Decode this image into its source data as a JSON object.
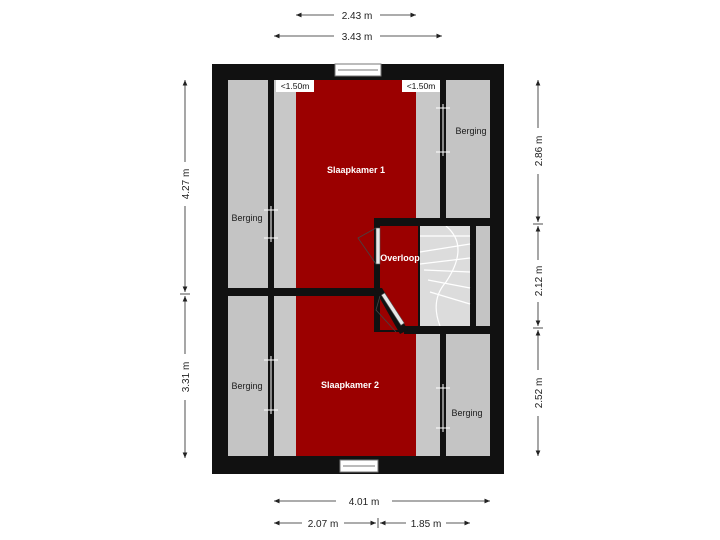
{
  "colors": {
    "wall": "#111111",
    "bedroom": "#9b0000",
    "storage": "#c4c4c4",
    "landing": "#9b0000",
    "stairs": "#dcdcdc",
    "window": "#ffffff",
    "dimension_line": "#222222"
  },
  "dimensions": {
    "top_inner": "2.43 m",
    "top_outer": "3.43 m",
    "bottom_total": "4.01 m",
    "bottom_left": "2.07 m",
    "bottom_right": "1.85 m",
    "left_upper": "4.27 m",
    "left_lower": "3.31 m",
    "right_upper": "2.86 m",
    "right_middle": "2.12 m",
    "right_lower": "2.52 m"
  },
  "rooms": {
    "bedroom_1": "Slaapkamer 1",
    "bedroom_2": "Slaapkamer 2",
    "landing": "Overloop",
    "storage_top_left": "Berging",
    "storage_top_right": "Berging",
    "storage_bottom_left": "Berging",
    "storage_bottom_right": "Berging"
  },
  "headroom_badges": {
    "left": "<1.50m",
    "right": "<1.50m"
  },
  "icons": [
    "door-swing-icon",
    "stair-icon",
    "window-icon",
    "dimension-arrow-icon"
  ]
}
